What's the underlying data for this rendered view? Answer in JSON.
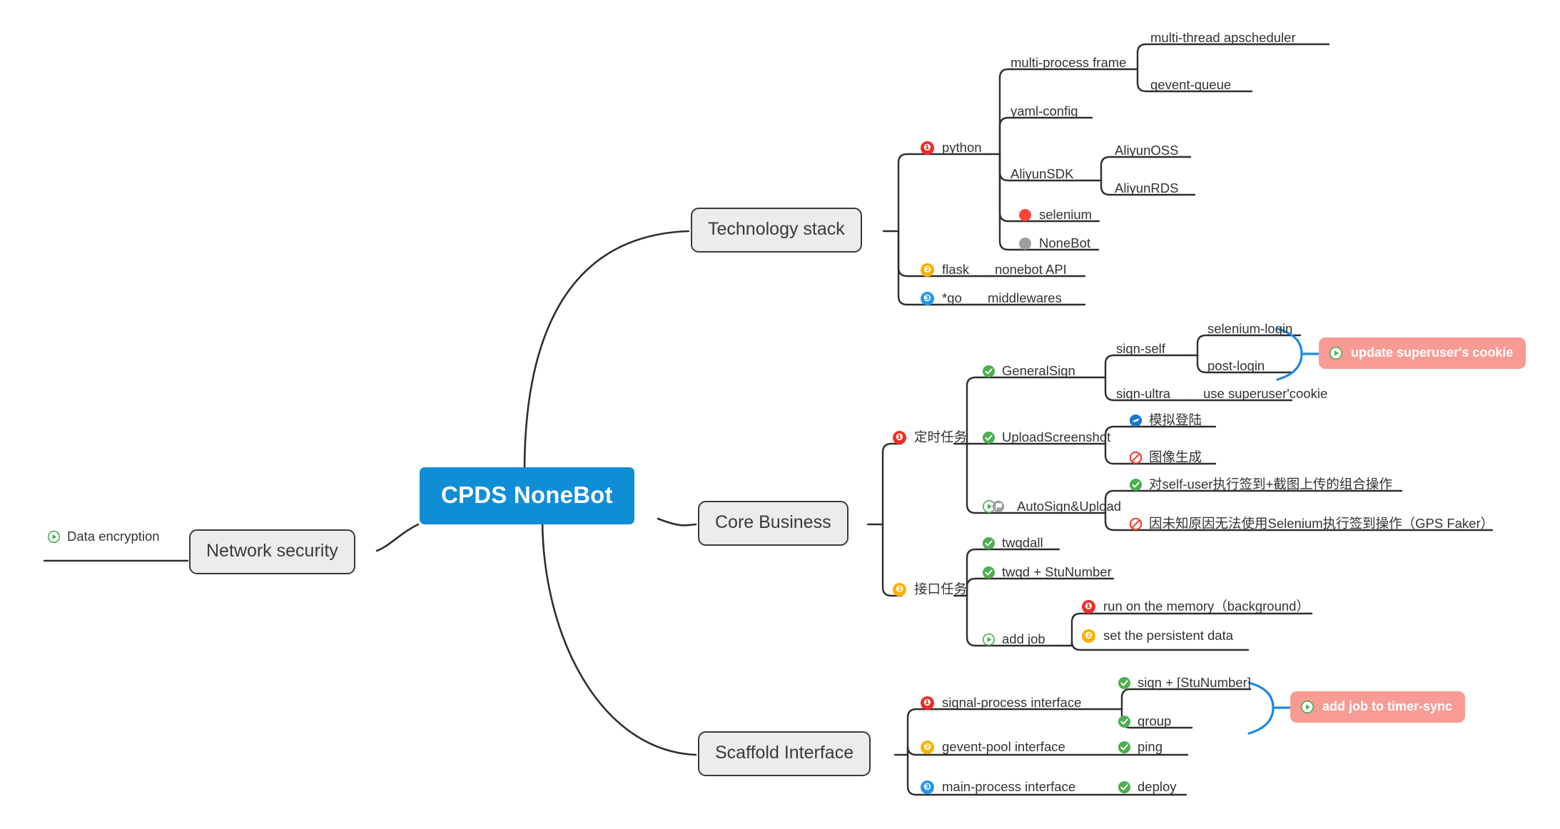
{
  "root": {
    "label": "CPDS NoneBot",
    "color": "#0f8ed6"
  },
  "palette": {
    "main_topic_fill": "#ececec",
    "main_topic_border": "#3a3a3a",
    "callout_fill": "#f99b95",
    "summary_bracket": "#1e88e5",
    "edge": "#2e2e2e",
    "num_red": "#ee2b24",
    "num_orange": "#fbb003",
    "num_blue": "#2196f3",
    "check_green": "#4caf50",
    "forbid_red": "#f44336",
    "plane_blue": "#1e88e5",
    "dot_red": "#fb4437",
    "dot_gray": "#9e9e9e"
  },
  "branches": {
    "network_security": {
      "label": "Network security",
      "children": [
        {
          "label": "Data encryption",
          "icon": "play-circle-icon"
        }
      ]
    },
    "technology_stack": {
      "label": "Technology stack",
      "children": [
        {
          "label": "python",
          "icon": "number-1-icon",
          "children": [
            {
              "label": "multi-process frame",
              "children": [
                {
                  "label": "multi-thread apscheduler"
                },
                {
                  "label": "gevent-queue"
                }
              ]
            },
            {
              "label": "yaml-config"
            },
            {
              "label": "AliyunSDK",
              "children": [
                {
                  "label": "AliyunOSS"
                },
                {
                  "label": "AliyunRDS"
                }
              ]
            },
            {
              "label": "selenium",
              "icon": "red-dot-icon"
            },
            {
              "label": "NoneBot",
              "icon": "gray-dot-icon"
            }
          ]
        },
        {
          "label": "flask",
          "icon": "number-2-icon",
          "children": [
            {
              "label": "nonebot API"
            }
          ]
        },
        {
          "label": "*go",
          "icon": "number-3-icon",
          "children": [
            {
              "label": "middlewares"
            }
          ]
        }
      ]
    },
    "core_business": {
      "label": "Core Business",
      "children": [
        {
          "label": "定时任务",
          "icon": "number-1-icon",
          "children": [
            {
              "label": "GeneralSign",
              "icon": "check-icon",
              "children": [
                {
                  "label": "sign-self",
                  "children": [
                    {
                      "label": "selenium-login"
                    },
                    {
                      "label": "post-login"
                    }
                  ],
                  "summary": {
                    "label": "update superuser's cookie",
                    "icon": "play-circle-icon"
                  }
                },
                {
                  "label": "sign-ultra",
                  "children": [
                    {
                      "label": "use superuser'cookie"
                    }
                  ]
                }
              ]
            },
            {
              "label": "UploadScreenshot",
              "icon": "check-icon",
              "children": [
                {
                  "label": "模拟登陆",
                  "icon": "airplane-icon"
                },
                {
                  "label": "图像生成",
                  "icon": "forbidden-icon"
                }
              ]
            },
            {
              "label": "AutoSign&Upload",
              "icon": "play-flag-icon",
              "children": [
                {
                  "label": "对self-user执行签到+截图上传的组合操作",
                  "icon": "check-icon"
                },
                {
                  "label": "因未知原因无法使用Selenium执行签到操作（GPS Faker）",
                  "icon": "forbidden-icon"
                }
              ]
            }
          ]
        },
        {
          "label": "接口任务",
          "icon": "number-2-icon",
          "children": [
            {
              "label": "twqdall",
              "icon": "check-icon"
            },
            {
              "label": "twqd + StuNumber",
              "icon": "check-icon"
            },
            {
              "label": "add job",
              "icon": "play-circle-icon",
              "children": [
                {
                  "label": "run on the memory（background）",
                  "icon": "number-1-icon"
                },
                {
                  "label": "set the persistent data",
                  "icon": "number-2-icon"
                }
              ]
            }
          ]
        }
      ]
    },
    "scaffold_interface": {
      "label": "Scaffold Interface",
      "children": [
        {
          "label": "signal-process interface",
          "icon": "number-1-icon",
          "children": [
            {
              "label": "sign + [StuNumber]",
              "icon": "check-icon"
            },
            {
              "label": "group",
              "icon": "check-icon"
            }
          ],
          "summary": {
            "label": "add job to timer-sync",
            "icon": "play-circle-icon"
          }
        },
        {
          "label": "gevent-pool interface",
          "icon": "number-2-icon",
          "children": [
            {
              "label": "ping",
              "icon": "check-icon"
            }
          ]
        },
        {
          "label": "main-process interface",
          "icon": "number-3-icon",
          "children": [
            {
              "label": "deploy",
              "icon": "check-icon"
            }
          ]
        }
      ]
    }
  }
}
